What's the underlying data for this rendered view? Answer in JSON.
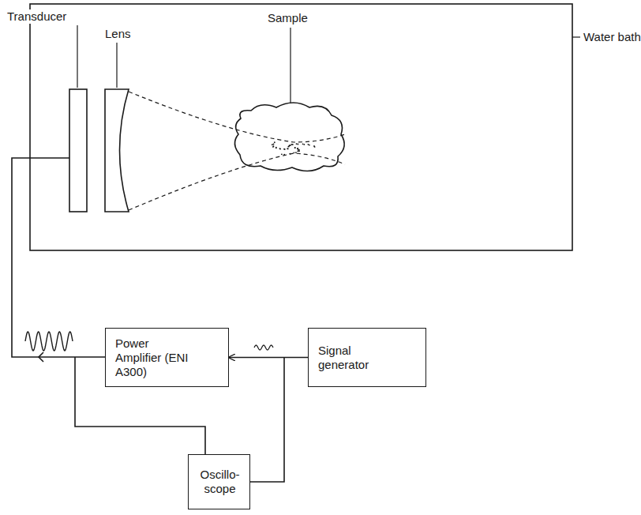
{
  "diagram": {
    "nodes": [
      {
        "text": [
          "Power Amplifier (ENI A300)"
        ]
      },
      {
        "text": [
          "Signal generator"
        ]
      },
      {
        "text": [
          "Oscillo- scope"
        ]
      }
    ],
    "edges": [
      {
        "from": 1,
        "to": 0,
        "arrow": "to"
      }
    ],
    "labels": [
      "Transducer",
      "Lens",
      "Sample",
      "Water bath"
    ]
  }
}
